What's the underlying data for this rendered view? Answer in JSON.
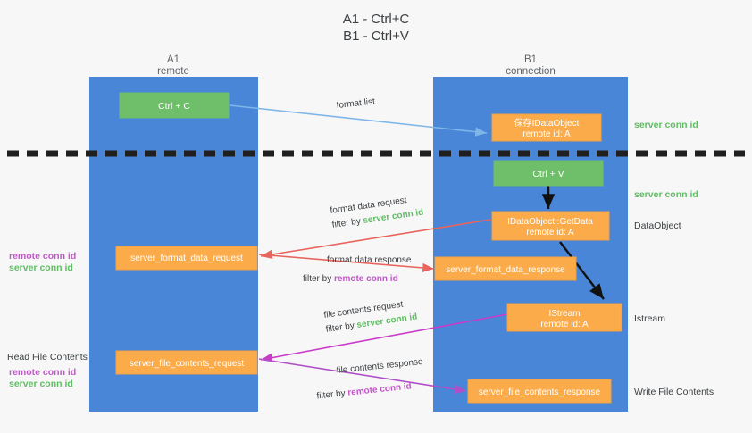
{
  "title": {
    "line1": "A1 - Ctrl+C",
    "line2": "B1 - Ctrl+V"
  },
  "columns": {
    "left": {
      "name": "A1",
      "sub": "remote"
    },
    "right": {
      "name": "B1",
      "sub": "connection"
    }
  },
  "colors": {
    "lane": "#4a86d8",
    "green_box": "#6fbf6a",
    "orange_box": "#fbab49",
    "server_conn_id": "#5fbd63",
    "remote_conn_id": "#c058c8",
    "arrow_blue": "#7fb6e8",
    "arrow_red": "#e8645c",
    "arrow_magenta": "#c83cc8",
    "arrow_purple": "#b050c8",
    "arrow_black": "#111111",
    "separator": "#1f1f1f"
  },
  "nodes": {
    "ctrl_c": {
      "label": "Ctrl + C"
    },
    "save_idataobject": {
      "line1": "保存IDataObject",
      "line2": "remote id: A"
    },
    "ctrl_v": {
      "label": "Ctrl + V"
    },
    "getdata": {
      "line1": "IDataObject::GetData",
      "line2": "remote id: A"
    },
    "istream": {
      "line1": "IStream",
      "line2": "remote id: A"
    },
    "server_format_data_request": {
      "label": "server_format_data_request"
    },
    "server_format_data_response": {
      "label": "server_format_data_response"
    },
    "server_file_contents_request": {
      "label": "server_file_contents_request"
    },
    "server_file_contents_response": {
      "label": "server_file_contents_response"
    }
  },
  "edges": {
    "format_list": {
      "label": "format list"
    },
    "format_data_request": {
      "label": "format data request",
      "filter_prefix": "filter by ",
      "filter_value": "server conn id"
    },
    "format_data_response": {
      "label": "format data response",
      "filter_prefix": "filter by ",
      "filter_value": "remote conn id"
    },
    "file_contents_request": {
      "label": "file contents request",
      "filter_prefix": "filter by ",
      "filter_value": "server conn id"
    },
    "file_contents_response": {
      "label": "file contents response",
      "filter_prefix": "filter by ",
      "filter_value": "remote conn id"
    }
  },
  "annotations": {
    "right_server_conn_id_1": "server conn id",
    "right_server_conn_id_2": "server conn id",
    "right_dataobject": "DataObject",
    "right_istream": "Istream",
    "right_write_file_contents": "Write File Contents",
    "left_remote_conn_id_1": "remote conn id",
    "left_server_conn_id_1": "server conn id",
    "left_read_file_contents": "Read File Contents",
    "left_remote_conn_id_2": "remote conn id",
    "left_server_conn_id_2": "server conn id"
  }
}
